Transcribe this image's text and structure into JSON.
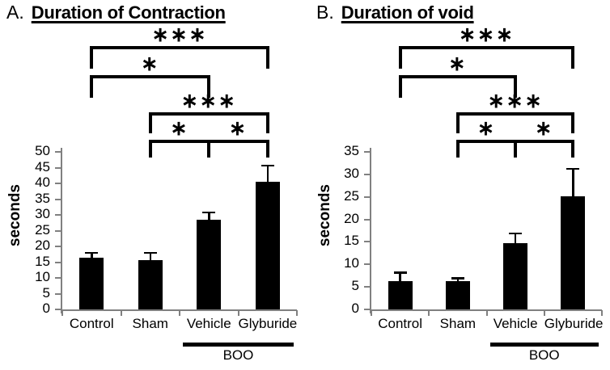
{
  "figure": {
    "panels": [
      {
        "letter": "A.",
        "title": "Duration of Contraction",
        "ylabel": "seconds",
        "group_label": "BOO",
        "chart_data": {
          "type": "bar",
          "title": "Duration of Contraction",
          "xlabel": "",
          "ylabel": "seconds",
          "ylim": [
            0,
            50
          ],
          "yticks": [
            0,
            5,
            10,
            15,
            20,
            25,
            30,
            35,
            40,
            45,
            50
          ],
          "grid": false,
          "legend": "none",
          "categories": [
            "Control",
            "Sham",
            "Vehicle",
            "Glyburide"
          ],
          "values": [
            16.3,
            15.7,
            28.5,
            40.5
          ],
          "errors": [
            1.6,
            2.2,
            2.3,
            5.2
          ],
          "group_bracket": {
            "label": "BOO",
            "categories": [
              "Vehicle",
              "Glyburide"
            ]
          },
          "significance": [
            {
              "from": "Control",
              "to": "Glyburide",
              "stars": "∗∗∗"
            },
            {
              "from": "Control",
              "to": "Vehicle",
              "stars": "∗"
            },
            {
              "from": "Sham",
              "to": "Glyburide",
              "stars": "∗∗∗"
            },
            {
              "from": "Sham",
              "to": "Vehicle",
              "stars": "∗"
            },
            {
              "from": "Vehicle",
              "to": "Glyburide",
              "stars": "∗"
            }
          ]
        }
      },
      {
        "letter": "B.",
        "title": "Duration of void",
        "ylabel": "seconds",
        "group_label": "BOO",
        "chart_data": {
          "type": "bar",
          "title": "Duration of void",
          "xlabel": "",
          "ylabel": "seconds",
          "ylim": [
            0,
            35
          ],
          "yticks": [
            0,
            5,
            10,
            15,
            20,
            25,
            30,
            35
          ],
          "grid": false,
          "legend": "none",
          "categories": [
            "Control",
            "Sham",
            "Vehicle",
            "Glyburide"
          ],
          "values": [
            6.3,
            6.3,
            14.8,
            25.2
          ],
          "errors": [
            1.9,
            0.6,
            2.1,
            6.0
          ],
          "group_bracket": {
            "label": "BOO",
            "categories": [
              "Vehicle",
              "Glyburide"
            ]
          },
          "significance": [
            {
              "from": "Control",
              "to": "Glyburide",
              "stars": "∗∗∗"
            },
            {
              "from": "Control",
              "to": "Vehicle",
              "stars": "∗"
            },
            {
              "from": "Sham",
              "to": "Glyburide",
              "stars": "∗∗∗"
            },
            {
              "from": "Sham",
              "to": "Vehicle",
              "stars": "∗"
            },
            {
              "from": "Vehicle",
              "to": "Glyburide",
              "stars": "∗"
            }
          ]
        }
      }
    ],
    "colors": {
      "bar_fill": "#000000",
      "axis": "#808080",
      "text": "#000000",
      "background": "#ffffff"
    }
  }
}
